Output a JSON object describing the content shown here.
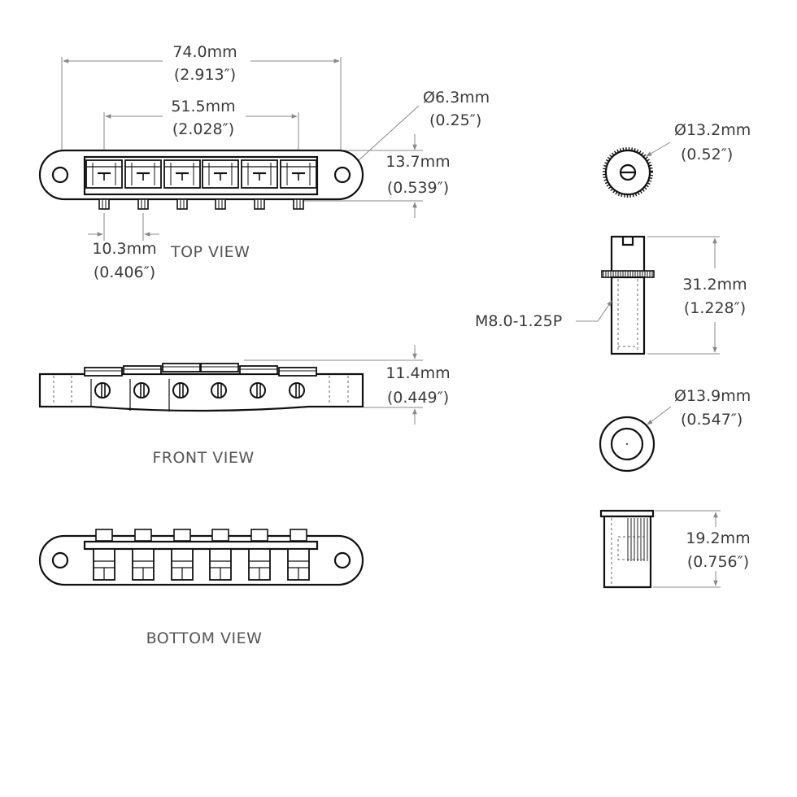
{
  "dimensions": {
    "overall_length": {
      "mm": "74.0mm",
      "in": "(2.913″)"
    },
    "post_spacing": {
      "mm": "51.5mm",
      "in": "(2.028″)"
    },
    "hole_diameter": {
      "mm": "Ø6.3mm",
      "in": "(0.25″)"
    },
    "top_height": {
      "mm": "13.7mm",
      "in": "(0.539″)"
    },
    "string_spacing": {
      "mm": "10.3mm",
      "in": "(0.406″)"
    },
    "front_height": {
      "mm": "11.4mm",
      "in": "(0.449″)"
    },
    "thumbwheel_diameter": {
      "mm": "Ø13.2mm",
      "in": "(0.52″)"
    },
    "post_length": {
      "mm": "31.2mm",
      "in": "(1.228″)"
    },
    "thread_spec": "M8.0-1.25P",
    "bushing_diameter": {
      "mm": "Ø13.9mm",
      "in": "(0.547″)"
    },
    "bushing_length": {
      "mm": "19.2mm",
      "in": "(0.756″)"
    }
  },
  "views": {
    "top": "TOP VIEW",
    "front": "FRONT VIEW",
    "bottom": "BOTTOM VIEW"
  }
}
